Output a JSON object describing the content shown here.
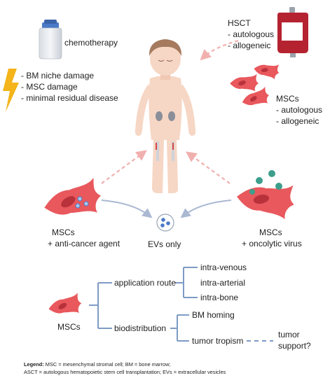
{
  "top": {
    "chemotherapy": "chemotherapy",
    "damage_lines": [
      "- BM niche damage",
      "- MSC damage",
      "- minimal residual disease"
    ],
    "hsct_title": "HSCT",
    "hsct_lines": [
      "- autologous",
      "- allogeneic"
    ],
    "mscs_title": "MSCs",
    "mscs_lines": [
      "- autologous",
      "- allogeneic"
    ]
  },
  "middle": {
    "left_label": [
      "MSCs",
      "+ anti-cancer agent"
    ],
    "center_label": "EVs only",
    "right_label": [
      "MSCs",
      "+ oncolytic virus"
    ]
  },
  "tree": {
    "root": "MSCs",
    "branch_route": "application route",
    "route_items": [
      "intra-venous",
      "intra-arterial",
      "intra-bone"
    ],
    "branch_bio": "biodistribution",
    "bio_items": [
      "BM homing",
      "tumor tropism"
    ],
    "tumor_support": [
      "tumor",
      "support?"
    ]
  },
  "legend": {
    "bold": "Legend:",
    "line1": " MSC = mesenchymal stromal cell; BM = bone marrow;",
    "line2": "ASCT = autologous hematopoietic stem cell transplantation; EVs = extracellular vesicles"
  },
  "colors": {
    "cell_fill": "#e8585c",
    "nucleus": "#b8313b",
    "arrow_pink": "#f0b0ae",
    "arrow_blue": "#aab8d2",
    "tree_line": "#7d9bc4",
    "lightning": "#f4b41a",
    "virus": "#3d9e8c",
    "skin": "#f6d6c4",
    "hair": "#a57a5f"
  }
}
